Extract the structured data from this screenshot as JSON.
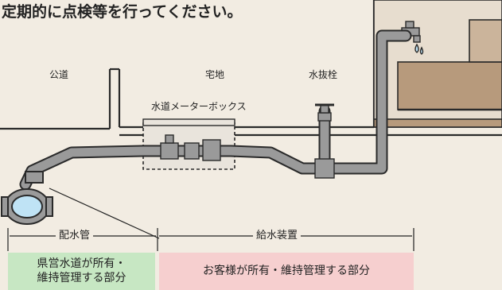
{
  "headline": "定期的に点検等を行ってください。",
  "labels": {
    "public_road": "公道",
    "residential_land": "宅地",
    "water_meter_box": "水道メーターボックス",
    "drain_valve": "水抜栓"
  },
  "dimensions": {
    "distribution_pipe": "配水管",
    "water_supply_equipment": "給水装置"
  },
  "ownership": {
    "prefecture": "県営水道が所有・\n維持管理する部分",
    "customer": "お客様が所有・維持管理する部分"
  },
  "colors": {
    "background": "#f2ece2",
    "pipe": "#9a9a9a",
    "water": "#bfe3f5",
    "prefecture_area": "#c7e7c3",
    "customer_area": "#f6cfcf",
    "building": "#b79a7c"
  }
}
